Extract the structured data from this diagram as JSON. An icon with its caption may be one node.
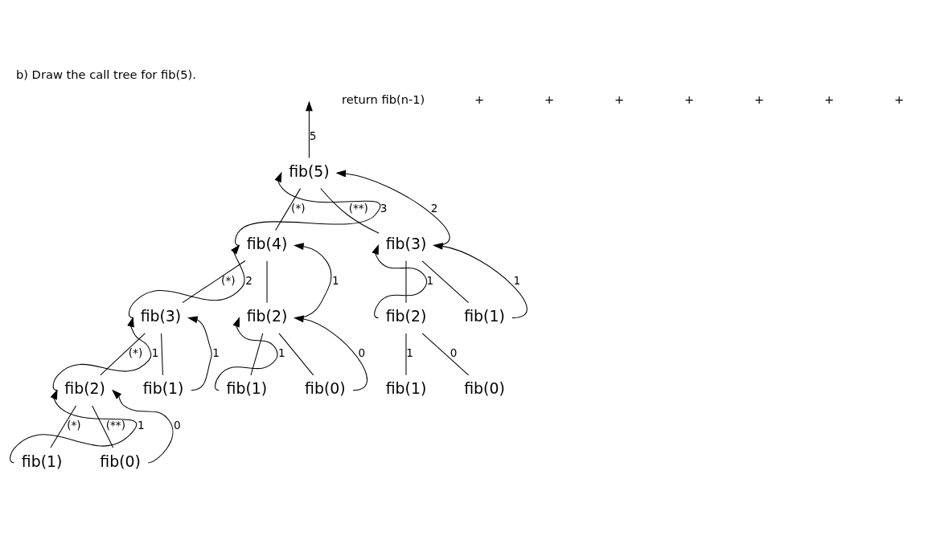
{
  "diagram": {
    "title": "b) Draw the call tree for fib(5).",
    "nodes": [
      {
        "text": [
          "fib(5)"
        ]
      },
      {
        "text": [
          "fib(4)"
        ]
      },
      {
        "text": [
          "fib(3)"
        ]
      },
      {
        "text": [
          "fib(3)"
        ]
      },
      {
        "text": [
          "fib(2)"
        ]
      },
      {
        "text": [
          "fib(2)"
        ]
      },
      {
        "text": [
          "fib(1)"
        ]
      },
      {
        "text": [
          "fib(2)"
        ]
      },
      {
        "text": [
          "fib(1)"
        ]
      },
      {
        "text": [
          "fib(1)"
        ]
      },
      {
        "text": [
          "fib(0)"
        ]
      },
      {
        "text": [
          "fib(1)"
        ]
      },
      {
        "text": [
          "fib(0)"
        ]
      },
      {
        "text": [
          "fib(1)"
        ]
      },
      {
        "text": [
          "fib(0)"
        ]
      }
    ],
    "edges": [
      {
        "from": 0,
        "to": 1,
        "arrow": "none",
        "label": "(*)"
      },
      {
        "from": 0,
        "to": 2,
        "arrow": "none",
        "label": "(**)"
      },
      {
        "from": 1,
        "to": 3,
        "arrow": "none",
        "label": "(*)"
      },
      {
        "from": 1,
        "to": 4,
        "arrow": "none"
      },
      {
        "from": 2,
        "to": 5,
        "arrow": "none"
      },
      {
        "from": 2,
        "to": 6,
        "arrow": "none"
      },
      {
        "from": 3,
        "to": 7,
        "arrow": "none",
        "label": "(*)"
      },
      {
        "from": 3,
        "to": 8,
        "arrow": "none"
      },
      {
        "from": 4,
        "to": 9,
        "arrow": "none"
      },
      {
        "from": 4,
        "to": 10,
        "arrow": "none"
      },
      {
        "from": 5,
        "to": 11,
        "arrow": "none",
        "label": "1"
      },
      {
        "from": 5,
        "to": 12,
        "arrow": "none",
        "label": "0"
      },
      {
        "from": 7,
        "to": 13,
        "arrow": "none",
        "label": "(*)"
      },
      {
        "from": 7,
        "to": 14,
        "arrow": "none",
        "label": "(**)"
      },
      {
        "from": 0,
        "to": null,
        "arrow": "to",
        "label": "5"
      },
      {
        "from": 1,
        "to": 0,
        "arrow": "to",
        "label": "3"
      },
      {
        "from": 2,
        "to": 0,
        "arrow": "to",
        "label": "2"
      },
      {
        "from": 3,
        "to": 1,
        "arrow": "to",
        "label": "2"
      },
      {
        "from": 4,
        "to": 1,
        "arrow": "to",
        "label": "1"
      },
      {
        "from": 5,
        "to": 2,
        "arrow": "to",
        "label": "1"
      },
      {
        "from": 6,
        "to": 2,
        "arrow": "to",
        "label": "1"
      },
      {
        "from": 7,
        "to": 3,
        "arrow": "to",
        "label": "1"
      },
      {
        "from": 8,
        "to": 3,
        "arrow": "to",
        "label": "1"
      },
      {
        "from": 9,
        "to": 4,
        "arrow": "to",
        "label": "1"
      },
      {
        "from": 10,
        "to": 4,
        "arrow": "to",
        "label": "0"
      },
      {
        "from": 13,
        "to": 7,
        "arrow": "to",
        "label": "1"
      },
      {
        "from": 14,
        "to": 7,
        "arrow": "to",
        "label": "0"
      }
    ],
    "labels": [
      "return fib(n-1)",
      "+",
      "+",
      "+",
      "+",
      "+",
      "+",
      "+"
    ]
  }
}
